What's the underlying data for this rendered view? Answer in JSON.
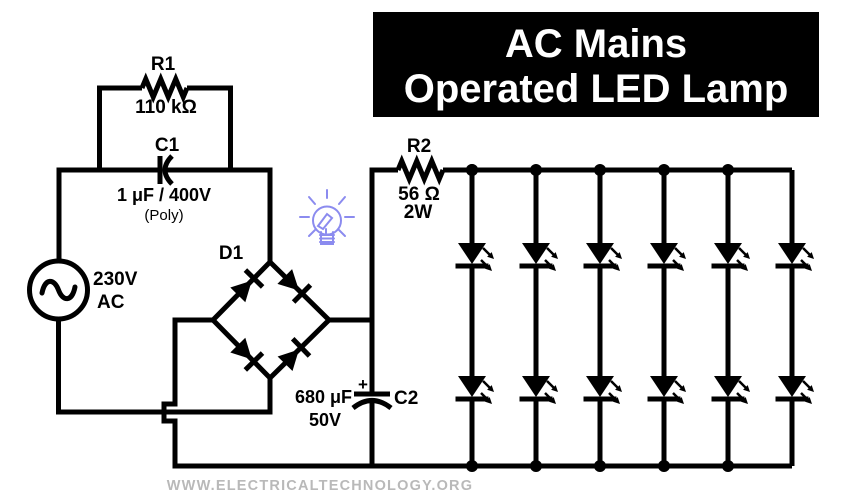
{
  "title": {
    "line1": "AC Mains",
    "line2": "Operated LED Lamp"
  },
  "watermark": "WWW.ELECTRICALTECHNOLOGY.ORG",
  "components": {
    "r1": {
      "designator": "R1",
      "value": "110 kΩ"
    },
    "c1": {
      "designator": "C1",
      "value": "1 μF / 400V",
      "note": "(Poly)"
    },
    "ac_source": {
      "value": "230V",
      "type": "AC"
    },
    "d1": {
      "designator": "D1"
    },
    "r2": {
      "designator": "R2",
      "value": "56 Ω",
      "power": "2W"
    },
    "c2": {
      "designator": "C2",
      "value": "680 μF",
      "voltage": "50V",
      "polarity": "+"
    }
  },
  "led_array": {
    "strings": 6,
    "leds_per_string": 2,
    "total_leds": 12
  },
  "colors": {
    "wire": "#000000",
    "background": "#ffffff",
    "title_bg": "#000000",
    "title_text": "#ffffff",
    "watermark_text": "#b9b9b9",
    "bulb_icon": "#8b8bef"
  }
}
